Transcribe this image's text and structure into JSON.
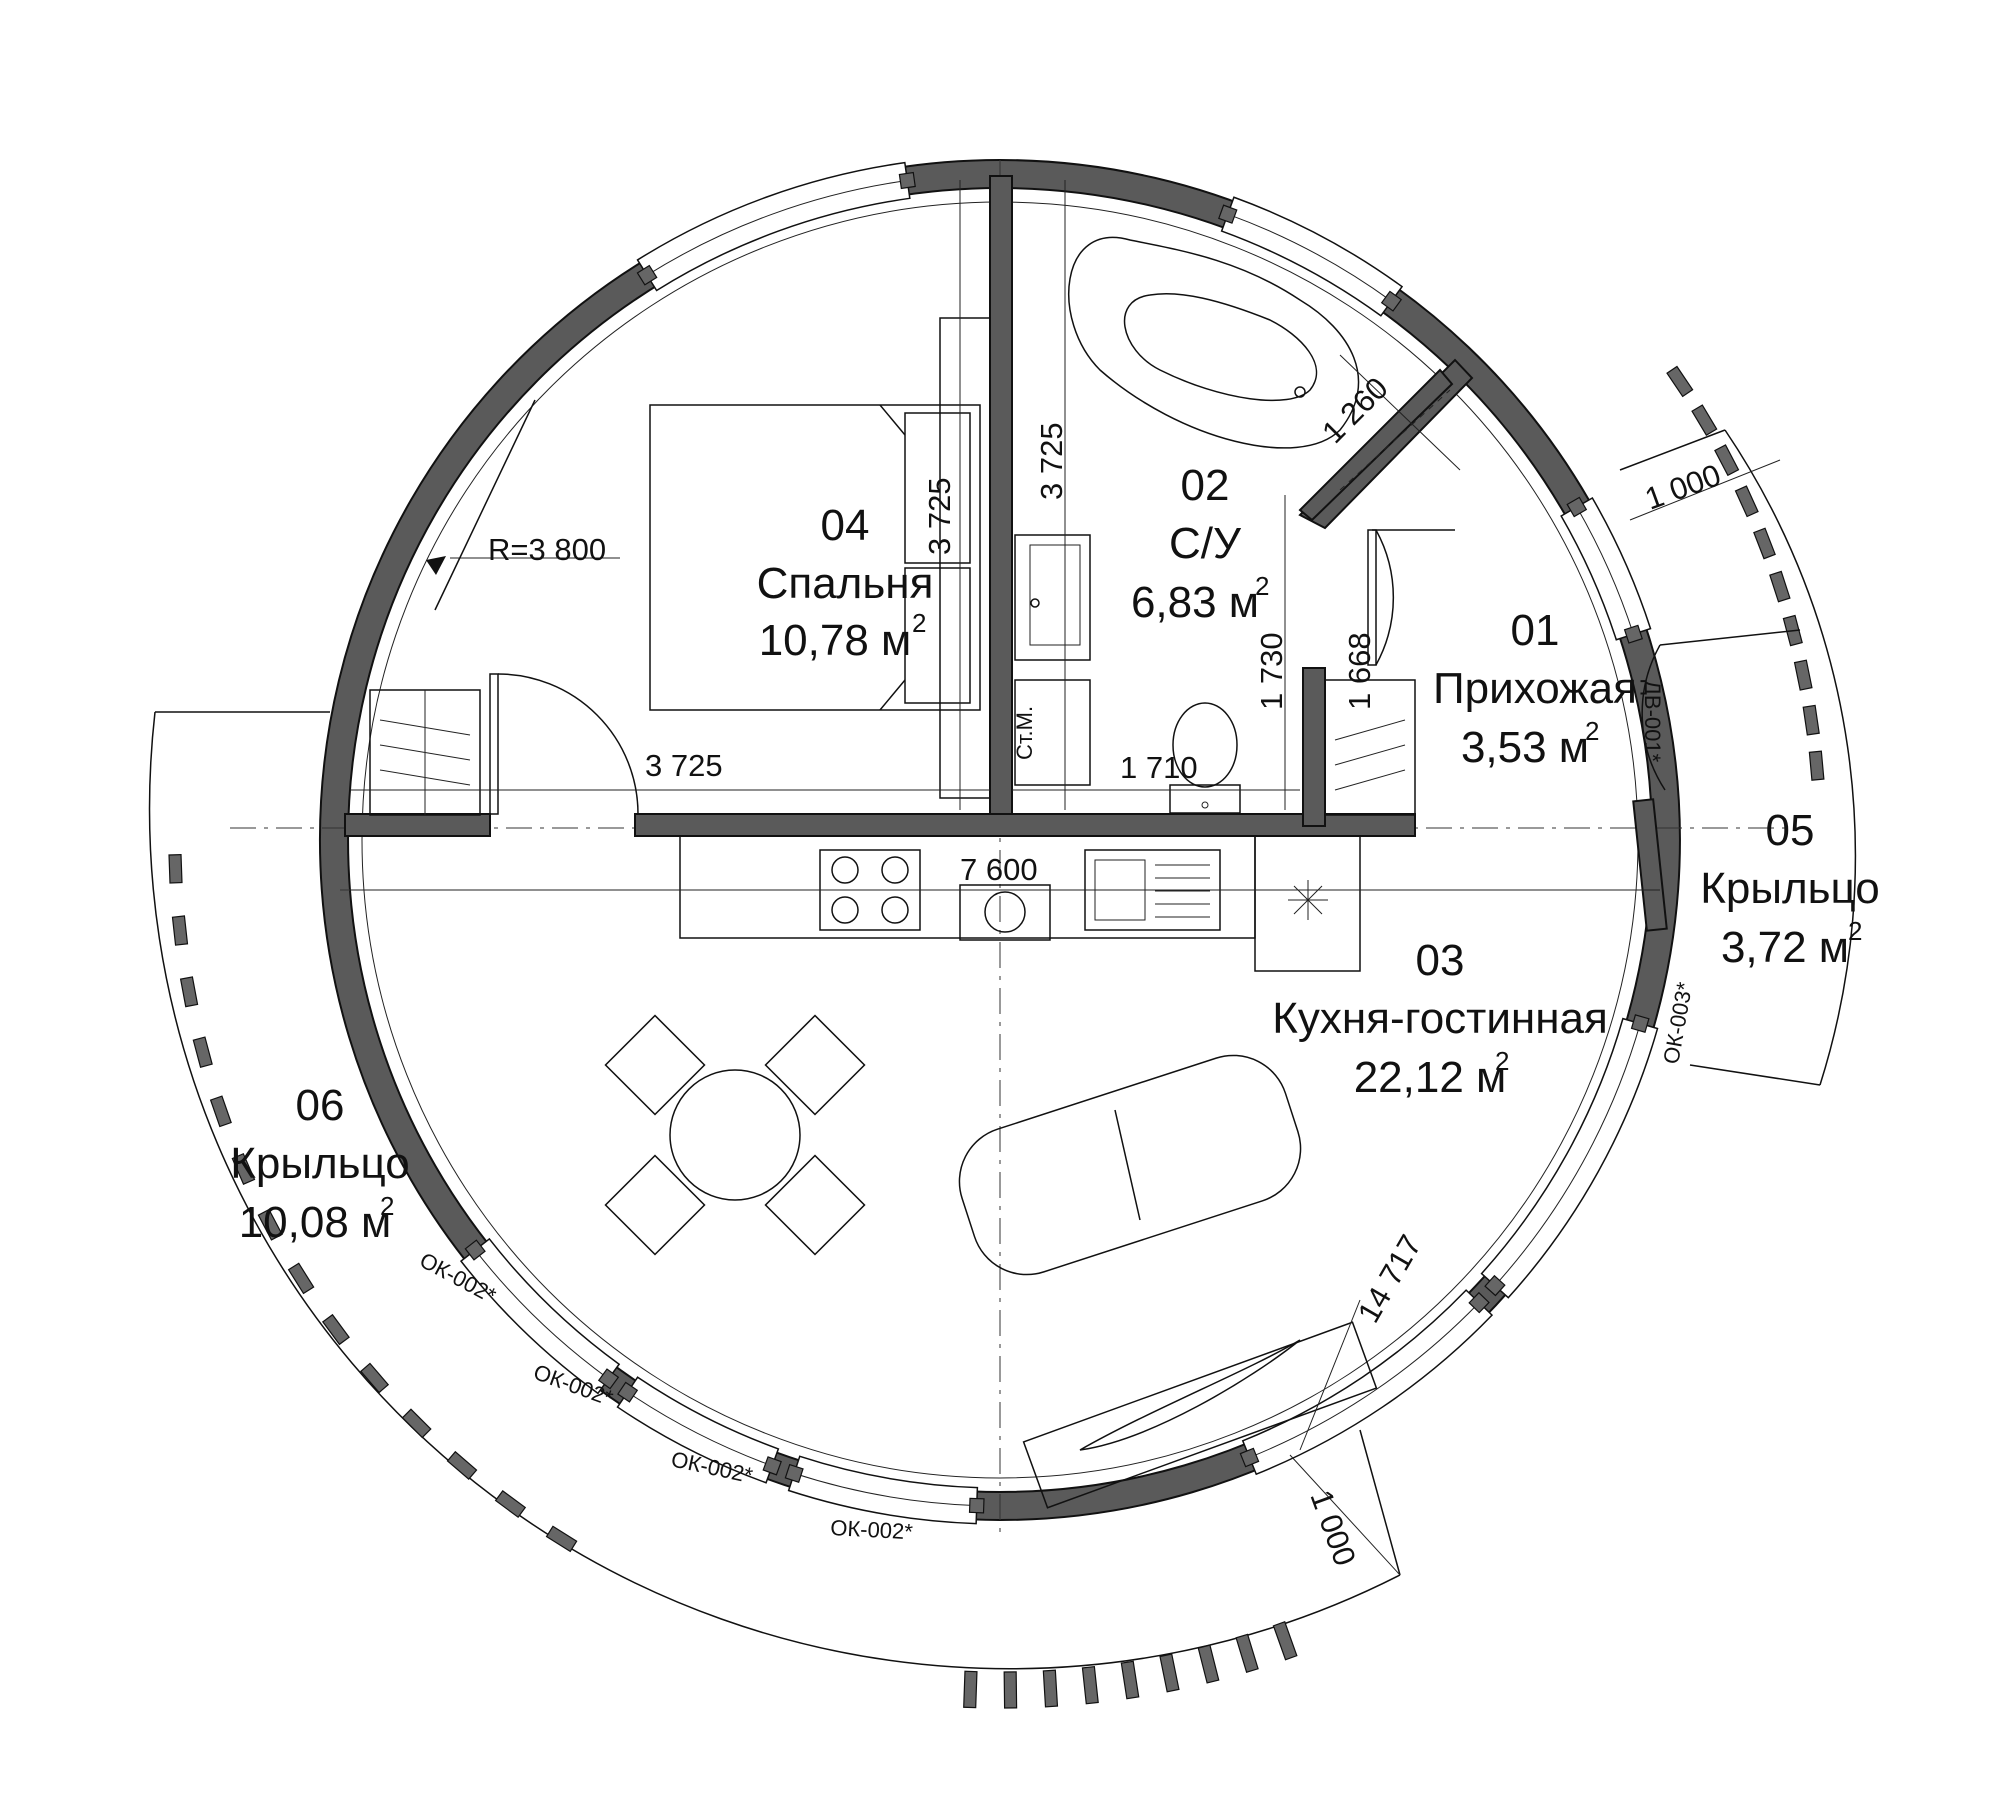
{
  "rooms": [
    {
      "num": "01",
      "name": "Прихожая",
      "area": "3,53 м",
      "sup": "2"
    },
    {
      "num": "02",
      "name": "С/У",
      "area": "6,83 м",
      "sup": "2"
    },
    {
      "num": "03",
      "name": "Кухня-гостинная",
      "area": "22,12 м",
      "sup": "2"
    },
    {
      "num": "04",
      "name": "Спальня",
      "area": "10,78 м",
      "sup": "2"
    },
    {
      "num": "05",
      "name": "Крыльцо",
      "area": "3,72 м",
      "sup": "2"
    },
    {
      "num": "06",
      "name": "Крыльцо",
      "area": "10,08 м",
      "sup": "2"
    }
  ],
  "dimensions": {
    "radius": "R=3 800",
    "bedroom_width": "3 725",
    "bedroom_depth": "3 725",
    "bath_depth": "3 725",
    "wc_width": "1 710",
    "hall_height": "1 730",
    "hall_partition": "1 668",
    "bath_diag": "1 260",
    "overall": "7 600",
    "porch_right_width": "1 000",
    "porch_bottom_width": "1 000",
    "porch_arc": "14 717"
  },
  "labels": {
    "wc_fixture": "Ст.М.",
    "door_tag": "ДВ-001*",
    "window_right_tag": "ОК-003*",
    "window_tag": "ОК-002*"
  }
}
